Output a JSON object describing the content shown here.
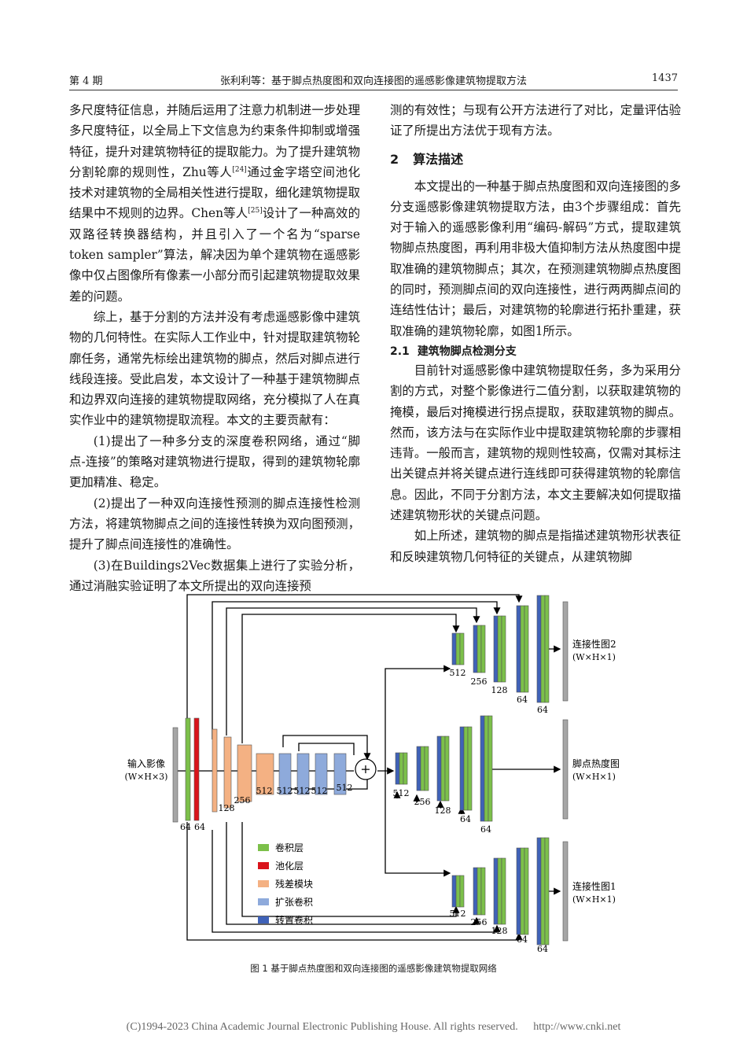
{
  "header": {
    "issue": "第 4 期",
    "title": "张利利等：基于脚点热度图和双向连接图的遥感影像建筑物提取方法",
    "page": "1437"
  },
  "left_column": {
    "p1": "多尺度特征信息，并随后运用了注意力机制进一步处理多尺度特征，以全局上下文信息为约束条件抑制或增强特征，提升对建筑物特征的提取能力。为了提升建筑物分割轮廓的规则性，Zhu等人",
    "p1_ref1": "[24]",
    "p1b": "通过金字塔空间池化技术对建筑物的全局相关性进行提取，细化建筑物提取结果中不规则的边界。Chen等人",
    "p1_ref2": "[25]",
    "p1c": "设计了一种高效的双路径转换器结构，并且引入了一个名为“sparse token sampler”算法，解决因为单个建筑物在遥感影像中仅占图像所有像素一小部分而引起建筑物提取效果差的问题。",
    "p2": "综上，基于分割的方法并没有考虑遥感影像中建筑物的几何特性。在实际人工作业中，针对提取建筑物轮廓任务，通常先标绘出建筑物的脚点，然后对脚点进行线段连接。受此启发，本文设计了一种基于建筑物脚点和边界双向连接的建筑物提取网络，充分模拟了人在真实作业中的建筑物提取流程。本文的主要贡献有：",
    "p3": "(1)提出了一种多分支的深度卷积网络，通过“脚点-连接”的策略对建筑物进行提取，得到的建筑物轮廓更加精准、稳定。",
    "p4": "(2)提出了一种双向连接性预测的脚点连接性检测方法，将建筑物脚点之间的连接性转换为双向图预测，提升了脚点间连接性的准确性。",
    "p5": "(3)在Buildings2Vec数据集上进行了实验分析，通过消融实验证明了本文所提出的双向连接预"
  },
  "right_column": {
    "p0": "测的有效性；与现有公开方法进行了对比，定量评估验证了所提出方法优于现有方法。",
    "sec2_num": "2",
    "sec2_title": "算法描述",
    "p1": "本文提出的一种基于脚点热度图和双向连接图的多分支遥感影像建筑物提取方法，由3个步骤组成：首先对于输入的遥感影像利用“编码-解码”方式，提取建筑物脚点热度图，再利用非极大值抑制方法从热度图中提取准确的建筑物脚点；其次，在预测建筑物脚点热度图的同时，预测脚点间的双向连接性，进行两两脚点间的连结性估计；最后，对建筑物的轮廓进行拓扑重建，获取准确的建筑物轮廓，如图1所示。",
    "sub_num": "2.1",
    "sub_title": "建筑物脚点检测分支",
    "p2": "目前针对遥感影像中建筑物提取任务，多为采用分割的方式，对整个影像进行二值分割，以获取建筑物的掩模，最后对掩模进行拐点提取，获取建筑物的脚点。然而，该方法与在实际作业中提取建筑物轮廓的步骤相违背。一般而言，建筑物的规则性较高，仅需对其标注出关键点并将关键点进行连线即可获得建筑物的轮廓信息。因此，不同于分割方法，本文主要解决如何提取描述建筑物形状的关键点问题。",
    "p3": "如上所述，建筑物的脚点是指描述建筑物形状表征和反映建筑物几何特征的关键点，从建筑物脚"
  },
  "figure": {
    "input_label": "输入影像",
    "input_dims": "(W×H×3)",
    "out_top": "连接性图2",
    "out_top_dims": "(W×H×1)",
    "out_mid": "脚点热度图",
    "out_mid_dims": "(W×H×1)",
    "out_bot": "连接性图1",
    "out_bot_dims": "(W×H×1)",
    "enc_labels": [
      "64",
      "64",
      "128",
      "256",
      "512",
      "512",
      "512",
      "512",
      "512"
    ],
    "dec_labels": [
      "512",
      "256",
      "128",
      "64",
      "64"
    ],
    "legend": [
      "卷积层",
      "池化层",
      "残差模块",
      "扩张卷积",
      "转置卷积"
    ],
    "colors": {
      "conv": "#7cc04a",
      "pool": "#d9141b",
      "residual": "#f4b183",
      "dilated": "#8eaadb",
      "transpose": "#3f62b8",
      "gray": "#a6a6a6"
    }
  },
  "caption": "图 1  基于脚点热度图和双向连接图的遥感影像建筑物提取网络",
  "footer": {
    "copyright": "(C)1994-2023 China Academic Journal Electronic Publishing House. All rights reserved.",
    "url": "http://www.cnki.net"
  }
}
